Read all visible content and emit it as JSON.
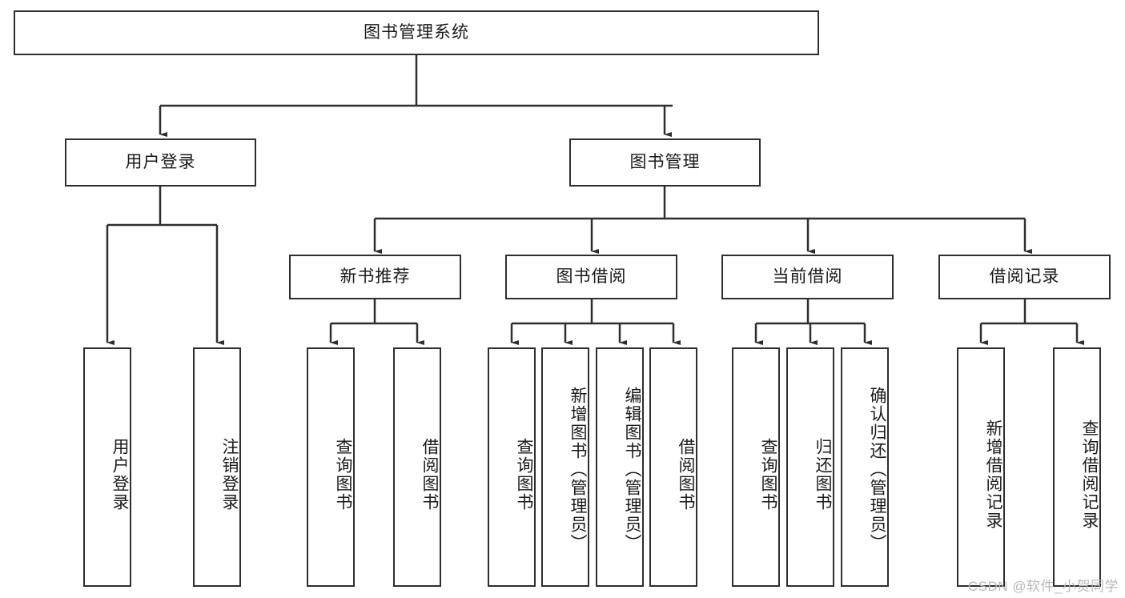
{
  "diagram": {
    "type": "hierarchy-tree",
    "title": "图书管理系统",
    "watermark": "CSDN @软件_小贺同学",
    "colors": {
      "stroke": "#2e2e2e",
      "fill": "#ffffff",
      "text": "#1a1a1a",
      "watermark": "#b9b9b9"
    },
    "nodes": {
      "root": {
        "label": "图书管理系统"
      },
      "level2": [
        {
          "id": "user-login",
          "label": "用户登录"
        },
        {
          "id": "book-manage",
          "label": "图书管理"
        }
      ],
      "level3": [
        {
          "id": "new-book-recommend",
          "label": "新书推荐"
        },
        {
          "id": "book-borrow",
          "label": "图书借阅"
        },
        {
          "id": "current-borrow",
          "label": "当前借阅"
        },
        {
          "id": "borrow-record",
          "label": "借阅记录"
        }
      ],
      "leaves": {
        "user-login": [
          {
            "id": "leaf-user-login",
            "label": "用户登录"
          },
          {
            "id": "leaf-user-logout",
            "label": "注销登录"
          }
        ],
        "new-book-recommend": [
          {
            "id": "leaf-query-book-1",
            "label": "查询图书"
          },
          {
            "id": "leaf-borrow-book-1",
            "label": "借阅图书"
          }
        ],
        "book-borrow": [
          {
            "id": "leaf-query-book-2",
            "label": "查询图书"
          },
          {
            "id": "leaf-add-book",
            "label": "新增图书（管理员）"
          },
          {
            "id": "leaf-edit-book",
            "label": "编辑图书（管理员）"
          },
          {
            "id": "leaf-borrow-book-2",
            "label": "借阅图书"
          }
        ],
        "current-borrow": [
          {
            "id": "leaf-query-book-3",
            "label": "查询图书"
          },
          {
            "id": "leaf-return-book",
            "label": "归还图书"
          },
          {
            "id": "leaf-confirm-return",
            "label": "确认归还（管理员）"
          }
        ],
        "borrow-record": [
          {
            "id": "leaf-add-record",
            "label": "新增借阅记录"
          },
          {
            "id": "leaf-query-record",
            "label": "查询借阅记录"
          }
        ]
      }
    }
  }
}
